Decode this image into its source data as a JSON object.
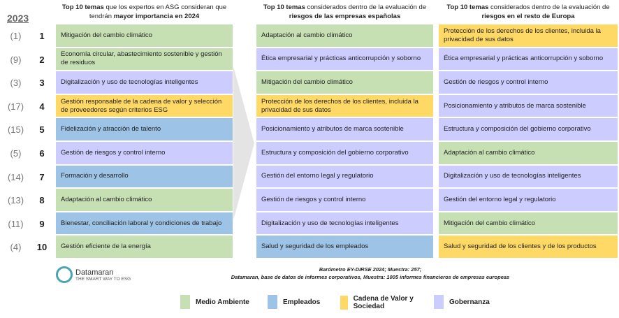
{
  "year": "2023",
  "colors": {
    "MA": "#c6e0b4",
    "EM": "#9dc3e6",
    "CV": "#ffd966",
    "GO": "#ccccff"
  },
  "headers": [
    {
      "b1": "Top 10 temas",
      "t1": " que los expertos en ASG consideran que tendrán ",
      "b2": "mayor importancia en 2024"
    },
    {
      "b1": "Top 10 temas",
      "t1": " considerados dentro de la evaluación de ",
      "b2": "riesgos de las empresas españolas"
    },
    {
      "b1": "Top 10 temas",
      "t1": " considerados dentro de la evaluación de ",
      "b2": "riesgos en el resto de Europa"
    }
  ],
  "rows": [
    {
      "prev": "(1)",
      "rank": "1",
      "c1": {
        "text": "Mitigación del cambio climático",
        "cat": "MA"
      },
      "c2": {
        "text": "Adaptación al cambio climático",
        "cat": "MA"
      },
      "c3": {
        "text": "Protección de los derechos de los clientes, incluida la privacidad de sus datos",
        "cat": "CV"
      }
    },
    {
      "prev": "(9)",
      "rank": "2",
      "c1": {
        "text": "Economía circular, abastecimiento sostenible y gestión de residuos",
        "cat": "MA"
      },
      "c2": {
        "text": "Ética empresarial y prácticas anticorrupción y soborno",
        "cat": "GO"
      },
      "c3": {
        "text": "Ética empresarial y prácticas anticorrupción y soborno",
        "cat": "GO"
      }
    },
    {
      "prev": "(3)",
      "rank": "3",
      "c1": {
        "text": "Digitalización y uso de tecnologías inteligentes",
        "cat": "GO"
      },
      "c2": {
        "text": "Mitigación del cambio climático",
        "cat": "MA"
      },
      "c3": {
        "text": "Gestión de riesgos y control interno",
        "cat": "GO"
      }
    },
    {
      "prev": "(17)",
      "rank": "4",
      "c1": {
        "text": "Gestión responsable de la cadena de valor y selección de proveedores según criterios ESG",
        "cat": "CV"
      },
      "c2": {
        "text": "Protección de los derechos de los clientes, incluida la privacidad de sus datos",
        "cat": "CV"
      },
      "c3": {
        "text": "Posicionamiento y atributos de marca sostenible",
        "cat": "GO"
      }
    },
    {
      "prev": "(15)",
      "rank": "5",
      "c1": {
        "text": "Fidelización y atracción de talento",
        "cat": "EM"
      },
      "c2": {
        "text": "Posicionamiento y atributos de marca sostenible",
        "cat": "GO"
      },
      "c3": {
        "text": "Estructura y composición del gobierno corporativo",
        "cat": "GO"
      }
    },
    {
      "prev": "(5)",
      "rank": "6",
      "c1": {
        "text": "Gestión de riesgos y control interno",
        "cat": "GO"
      },
      "c2": {
        "text": "Estructura y composición del gobierno corporativo",
        "cat": "GO"
      },
      "c3": {
        "text": "Adaptación al cambio climático",
        "cat": "MA"
      }
    },
    {
      "prev": "(14)",
      "rank": "7",
      "c1": {
        "text": "Formación y desarrollo",
        "cat": "EM"
      },
      "c2": {
        "text": "Gestión del entorno legal y regulatorio",
        "cat": "GO"
      },
      "c3": {
        "text": "Digitalización y uso de tecnologías inteligentes",
        "cat": "GO"
      }
    },
    {
      "prev": "(13)",
      "rank": "8",
      "c1": {
        "text": "Adaptación al cambio climático",
        "cat": "MA"
      },
      "c2": {
        "text": "Gestión de riesgos y control interno",
        "cat": "GO"
      },
      "c3": {
        "text": "Gestión del entorno legal y regulatorio",
        "cat": "GO"
      }
    },
    {
      "prev": "(11)",
      "rank": "9",
      "c1": {
        "text": "Bienestar, conciliación laboral y condiciones de trabajo",
        "cat": "EM"
      },
      "c2": {
        "text": "Digitalización y uso de tecnologías inteligentes",
        "cat": "GO"
      },
      "c3": {
        "text": "Mitigación del cambio climático",
        "cat": "MA"
      }
    },
    {
      "prev": "(4)",
      "rank": "10",
      "c1": {
        "text": "Gestión eficiente de la energía",
        "cat": "MA"
      },
      "c2": {
        "text": "Salud y seguridad de los empleados",
        "cat": "EM"
      },
      "c3": {
        "text": "Salud y seguridad de los clientes y de los productos",
        "cat": "CV"
      }
    }
  ],
  "logo": {
    "name": "Datamaran",
    "tagline": "THE SMART WAY TO ESG"
  },
  "source": [
    "Barómetro EY-DIRSE 2024; Muestra: 257;",
    "Datamaran, base de datos de informes corporativos, Muestra: 1005 informes financieros de empresas europeas"
  ],
  "legend": [
    {
      "label": "Medio Ambiente",
      "cat": "MA"
    },
    {
      "label": "Empleados",
      "cat": "EM"
    },
    {
      "label": "Cadena de Valor y Sociedad",
      "cat": "CV"
    },
    {
      "label": "Gobernanza",
      "cat": "GO"
    }
  ]
}
